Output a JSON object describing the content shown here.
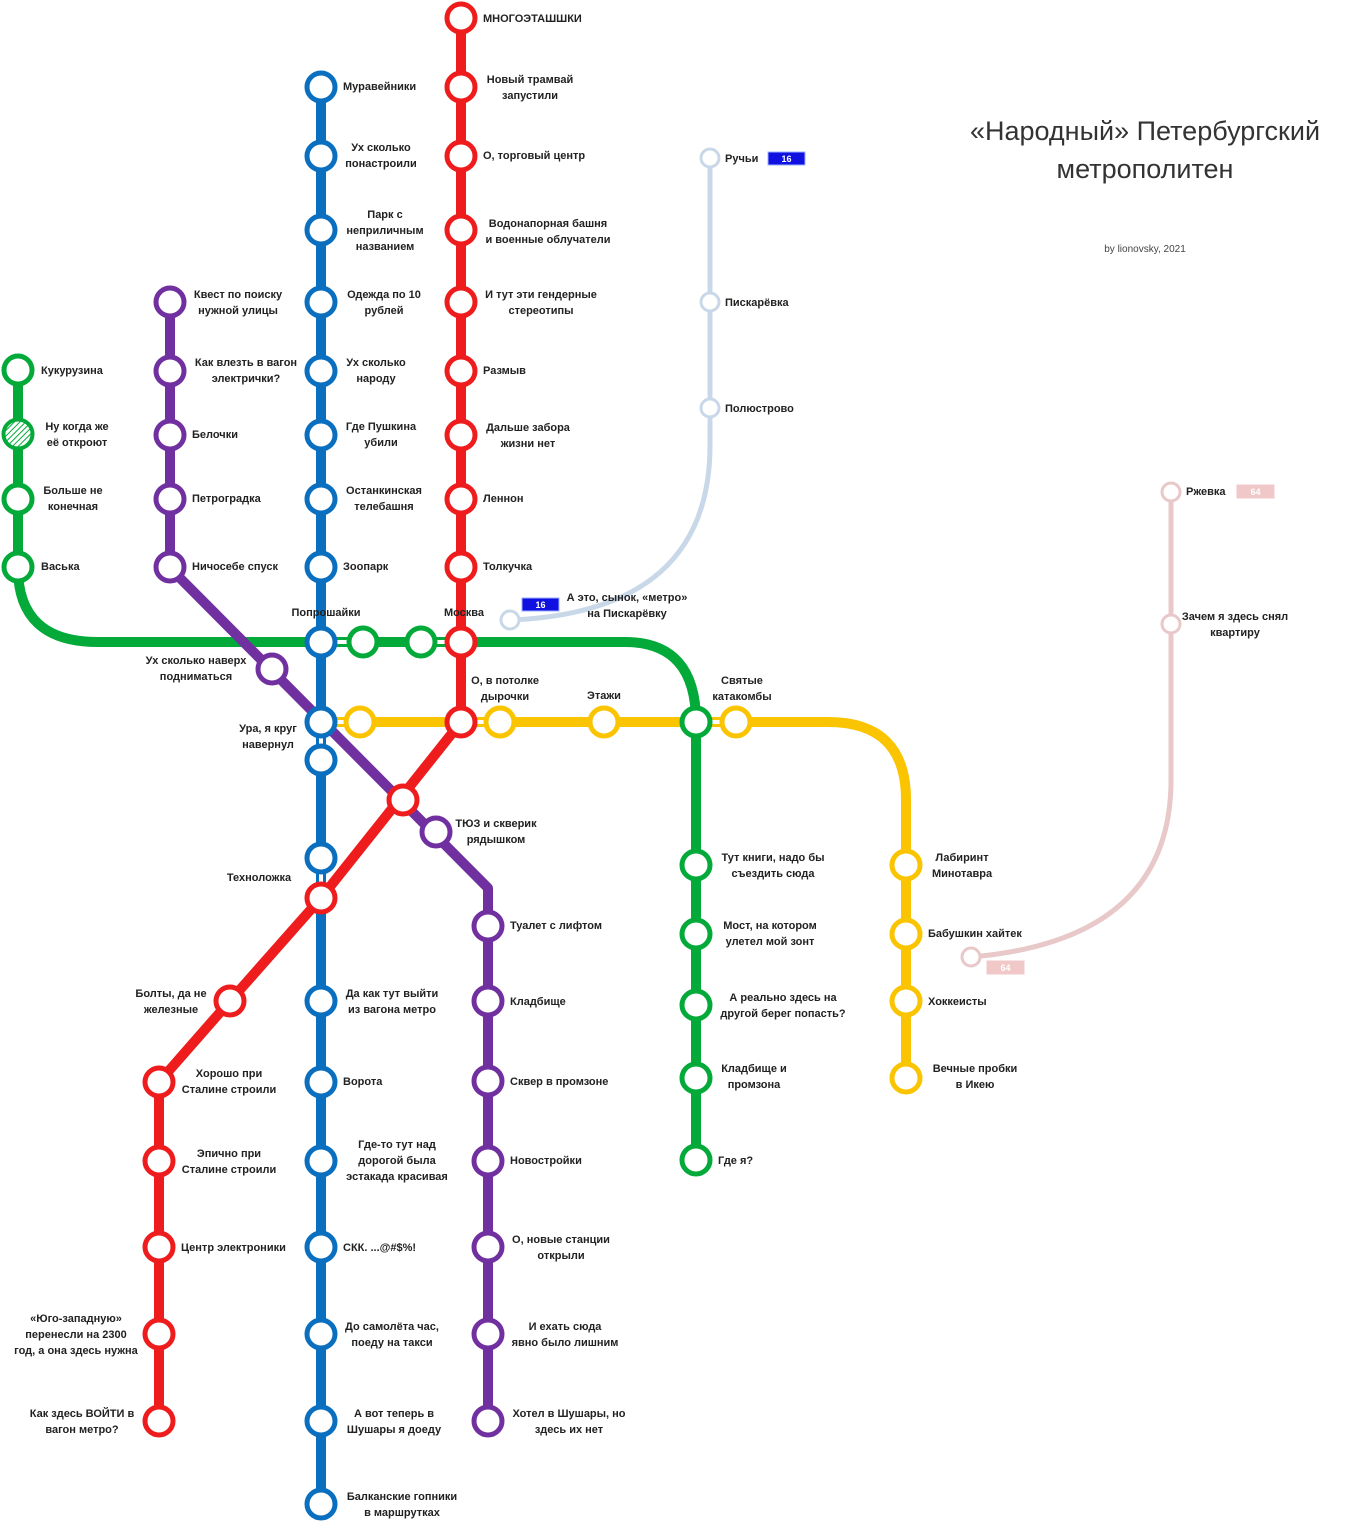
{
  "title": "«Народный» Петербургский метрополитен",
  "author": "by lionovsky, 2021",
  "colors": {
    "red": "#ee1c1c",
    "blue": "#0a6fbf",
    "green": "#03aa3a",
    "purple": "#7030a0",
    "yellow": "#fac400",
    "tram_blue": "#c8d8e8",
    "tram_pink": "#e8c8c8",
    "badge_blue": "#1010e0"
  },
  "lines": {
    "red": {
      "name": "red-line",
      "stations": [
        "МНОГОЭТАШШКИ",
        "Новый трамвай запустили",
        "О, торговый центр",
        "Водонапорная башня и военные облучатели",
        "И тут эти гендерные стереотипы",
        "Размыв",
        "Дальше забора жизни нет",
        "Леннон",
        "Толкучка",
        "Москва",
        "О, в потолке дырочки",
        "Болты, да не железные",
        "Хорошо при Сталине строили",
        "Эпично при Сталине строили",
        "Центр электроники",
        "«Юго-западную» перенесли на 2300 год, а она здесь нужна",
        "Как здесь ВОЙТИ в вагон метро?"
      ]
    },
    "blue": {
      "name": "blue-line",
      "stations": [
        "Муравейники",
        "Ух сколько понастроили",
        "Парк с неприличным названием",
        "Одежда по 10 рублей",
        "Ух сколько народу",
        "Где Пушкина убили",
        "Останкинская телебашня",
        "Зоопарк",
        "Попрошайки",
        "Ура, я круг навернул",
        "Техноложка",
        "Да как тут выйти из вагона метро",
        "Ворота",
        "Где-то тут над дорогой была эстакада красивая",
        "СКК. ...@#$%!",
        "До самолёта час, поеду на такси",
        "А вот теперь в Шушары я доеду",
        "Балканские гопники в маршрутках"
      ]
    },
    "green": {
      "name": "green-line",
      "stations": [
        "Кукурузина",
        "Ну когда же её откроют",
        "Больше не конечная",
        "Васька",
        "Святые катакомбы",
        "Тут книги, надо бы съездить сюда",
        "Мост, на котором улетел мой зонт",
        "А реально здесь на другой берег попасть?",
        "Кладбище и промзона",
        "Где я?"
      ]
    },
    "purple": {
      "name": "purple-line",
      "stations": [
        "Квест по поиску нужной улицы",
        "Как влезть в вагон электрички?",
        "Белочки",
        "Петроградка",
        "Ничосебе спуск",
        "Ух сколько наверх подниматься",
        "ТЮЗ и скверик рядышком",
        "Туалет с лифтом",
        "Кладбище",
        "Сквер в промзоне",
        "Новостройки",
        "О, новые станции открыли",
        "И ехать сюда явно было лишним",
        "Хотел в Шушары, но здесь их нет"
      ]
    },
    "yellow": {
      "name": "yellow-line",
      "stations": [
        "Этажи",
        "Лабиринт Минотавра",
        "Бабушкин хайтек",
        "Хоккеисты",
        "Вечные пробки в Икею"
      ]
    },
    "tram16": {
      "name": "tram-16",
      "badge": "16",
      "stations": [
        "Ручьи",
        "Пискарёвка",
        "Полюстрово",
        "А это, сынок, «метро» на Пискарёвку"
      ]
    },
    "tram64": {
      "name": "tram-64",
      "badge": "64",
      "stations": [
        "Ржевка",
        "Зачем я здесь снял квартиру"
      ]
    }
  }
}
